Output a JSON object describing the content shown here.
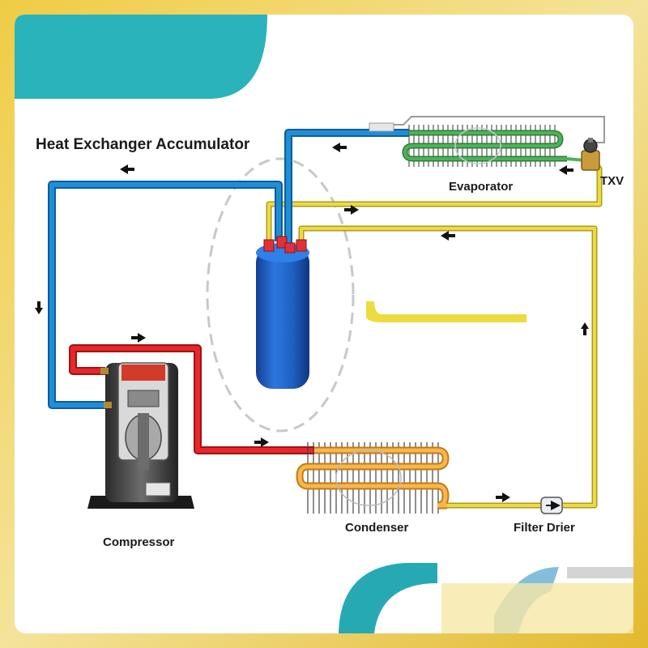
{
  "title": "Heat Exchanger Accumulator",
  "components": {
    "evaporator": "Evaporator",
    "txv": "TXV",
    "compressor": "Compressor",
    "condenser": "Condenser",
    "filter_drier": "Filter Drier"
  },
  "colors": {
    "suction_line": "#1e8fd6",
    "discharge_line": "#e8262b",
    "liquid_line": "#eadb46",
    "evaporator_coil": "#3f9a4a",
    "condenser_coil": "#f0a635",
    "accumulator": "#1d5fc0",
    "frame": "#e8c338",
    "banner": "#29b3b9"
  }
}
